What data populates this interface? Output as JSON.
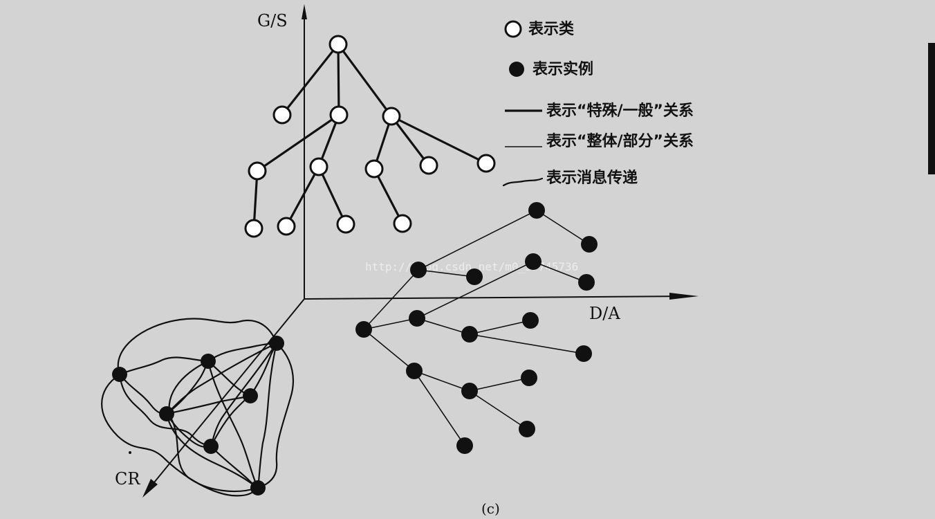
{
  "axes": {
    "gs_label": "G/S",
    "da_label": "D/A",
    "cr_label": "CR"
  },
  "legend": {
    "class_label": "表示类",
    "instance_label": "表示实例",
    "gen_spec_label": "表示“特殊/一般”关系",
    "whole_part_label": "表示“整体/部分”关系",
    "message_label": "表示消息传递"
  },
  "watermark": "http://blog.csdn.net/m0_37745736",
  "caption": "(c)"
}
